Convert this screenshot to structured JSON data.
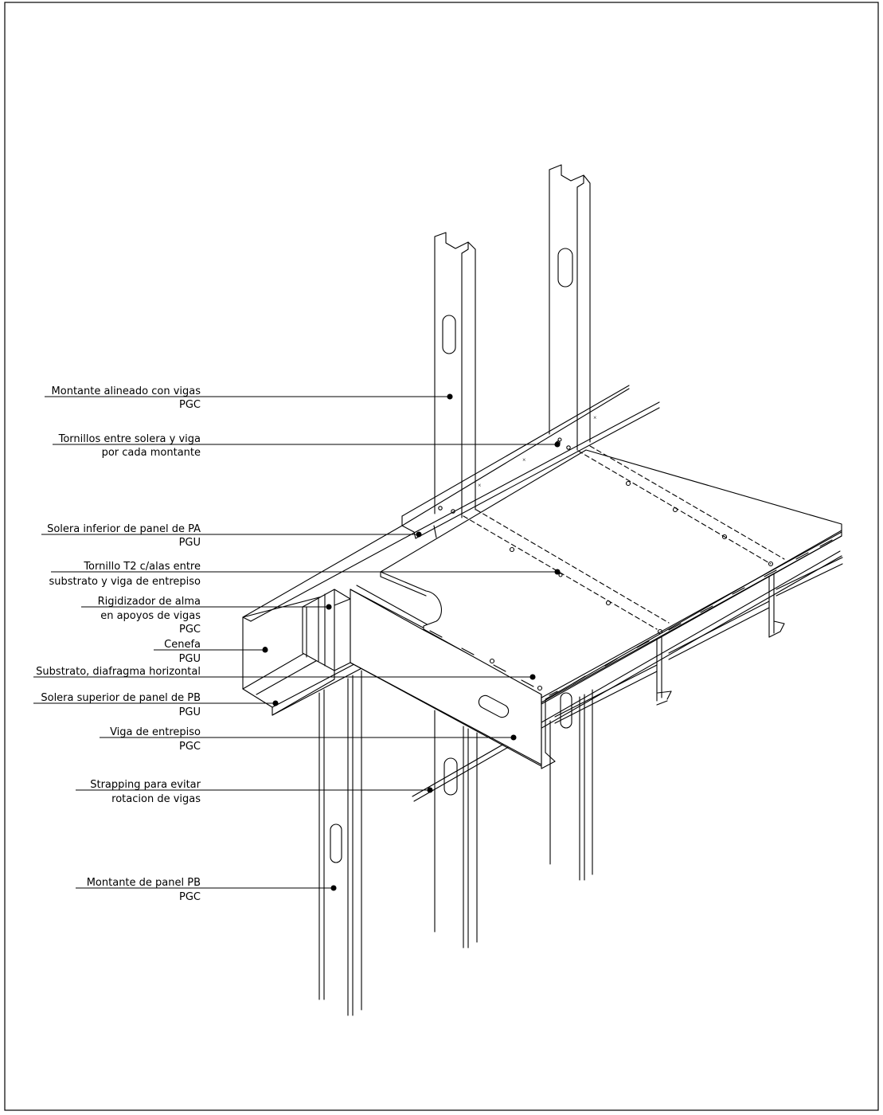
{
  "callouts": [
    {
      "id": "montante-alineado",
      "lines": [
        "Montante alineado con vigas",
        "PGC"
      ]
    },
    {
      "id": "tornillos-solera",
      "lines": [
        "Tornillos entre solera y viga",
        "por cada montante"
      ]
    },
    {
      "id": "solera-inferior",
      "lines": [
        "Solera inferior de panel de PA",
        "PGU"
      ]
    },
    {
      "id": "tornillo-t2",
      "lines": [
        "Tornillo T2 c/alas entre",
        "substrato y viga de entrepiso"
      ]
    },
    {
      "id": "rigidizador",
      "lines": [
        "Rigidizador de alma",
        "en apoyos de vigas",
        "PGC"
      ]
    },
    {
      "id": "cenefa",
      "lines": [
        "Cenefa",
        "PGU"
      ]
    },
    {
      "id": "substrato",
      "lines": [
        "Substrato, diafragma horizontal"
      ]
    },
    {
      "id": "solera-superior",
      "lines": [
        "Solera superior de panel de PB",
        "PGU"
      ]
    },
    {
      "id": "viga-entrepiso",
      "lines": [
        "Viga de entrepiso",
        "PGC"
      ]
    },
    {
      "id": "strapping",
      "lines": [
        "Strapping para evitar",
        "rotacion de vigas"
      ]
    },
    {
      "id": "montante-pb",
      "lines": [
        "Montante de panel PB",
        "PGC"
      ]
    }
  ]
}
